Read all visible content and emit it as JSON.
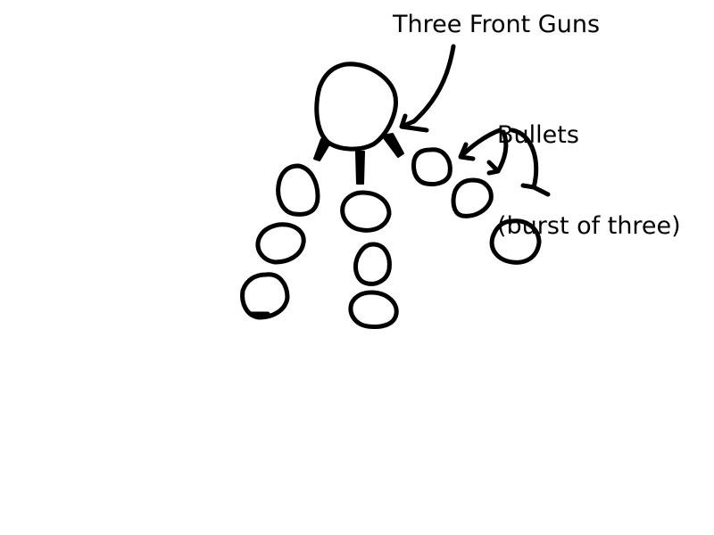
{
  "labels": {
    "guns": "Three Front Guns",
    "bullets_line1": "Bullets",
    "bullets_line2": "(burst of three)"
  },
  "colors": {
    "background": "#ffffff",
    "ink": "#000000"
  }
}
